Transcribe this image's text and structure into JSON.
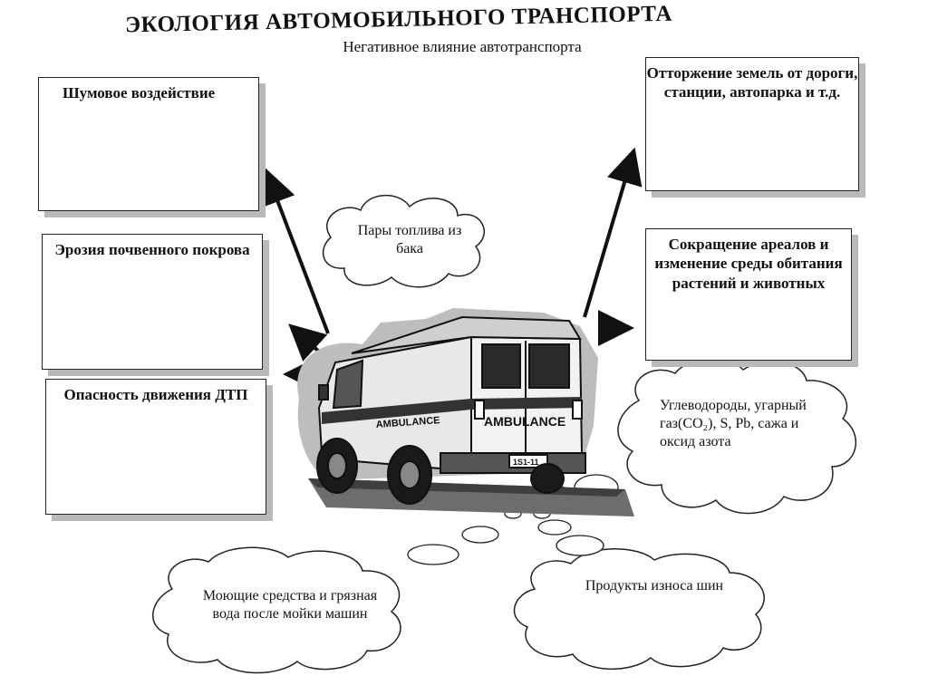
{
  "header": {
    "title": "ЭКОЛОГИЯ АВТОМОБИЛЬНОГО ТРАНСПОРТА",
    "subtitle": "Негативное влияние автотранспорта"
  },
  "boxes": {
    "noise": "Шумовое воздействие",
    "erosion": "Эрозия почвенного покрова",
    "danger": "Опасность движения ДТП",
    "land": "Отторжение земель от дороги, станции, автопарка и т.д.",
    "habitat": "Сокращение ареалов и изменение среды обитания растений и животных"
  },
  "clouds": {
    "fuel": "Пары топлива из бака",
    "gases": "Углеводороды, угарный газ(CO₂), S, Pb, сажа и оксид азота",
    "wash": "Моющие средства и грязная вода после мойки машин",
    "tires": "Продукты износа шин"
  },
  "vehicle": {
    "side_label": "AMBULANCE",
    "rear_label": "AMBULANCE",
    "plate": "1S1-11"
  }
}
